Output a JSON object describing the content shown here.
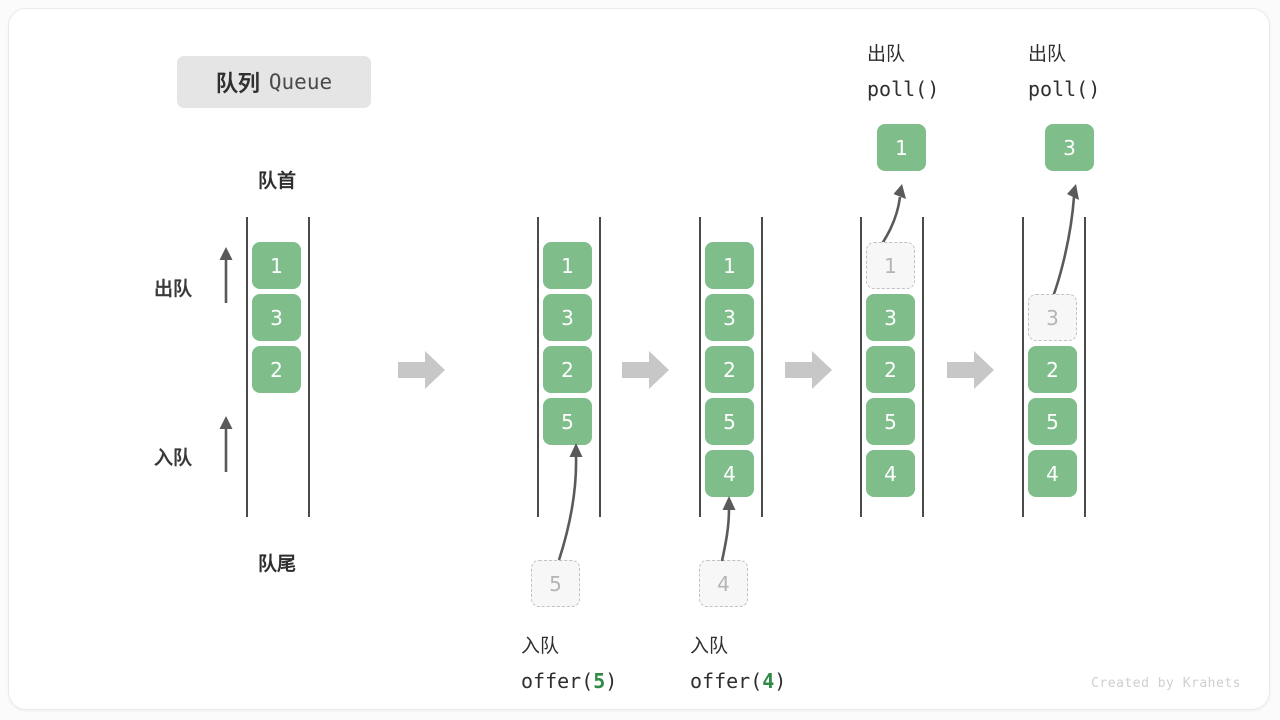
{
  "title": {
    "cn": "队列",
    "en": "Queue"
  },
  "labels": {
    "head": "队首",
    "tail": "队尾",
    "dequeue": "出队",
    "enqueue": "入队"
  },
  "colors": {
    "element": "#7fbe8b",
    "ghost_fill": "#f7f7f7",
    "ghost_border": "#c2c2c2",
    "rail": "#4a4a4a",
    "stage_arrow": "#c7c7c7",
    "code_number": "#2f8a46",
    "chip_bg": "#e5e5e5"
  },
  "stages": [
    {
      "id": "initial",
      "elements": [
        "1",
        "3",
        "2"
      ],
      "ghost_in_rail": null,
      "incoming": null,
      "popped": null,
      "caption": null
    },
    {
      "id": "offer-5",
      "elements": [
        "1",
        "3",
        "2",
        "5"
      ],
      "ghost_in_rail": null,
      "incoming": "5",
      "popped": null,
      "caption": {
        "cn": "入队",
        "code_prefix": "offer(",
        "code_num": "5",
        "code_suffix": ")"
      }
    },
    {
      "id": "offer-4",
      "elements": [
        "1",
        "3",
        "2",
        "5",
        "4"
      ],
      "ghost_in_rail": null,
      "incoming": "4",
      "popped": null,
      "caption": {
        "cn": "入队",
        "code_prefix": "offer(",
        "code_num": "4",
        "code_suffix": ")"
      }
    },
    {
      "id": "poll-1",
      "elements": [
        "3",
        "2",
        "5",
        "4"
      ],
      "ghost_in_rail": "1",
      "incoming": null,
      "popped": "1",
      "caption": {
        "cn": "出队",
        "code_prefix": "poll(",
        "code_num": "",
        "code_suffix": ")"
      }
    },
    {
      "id": "poll-3",
      "elements": [
        "2",
        "5",
        "4"
      ],
      "ghost_in_rail": "3",
      "incoming": null,
      "popped": "3",
      "caption": {
        "cn": "出队",
        "code_prefix": "poll(",
        "code_num": "",
        "code_suffix": ")"
      }
    }
  ],
  "poll_captions": [
    {
      "cn": "出队",
      "code": "poll()"
    },
    {
      "cn": "出队",
      "code": "poll()"
    }
  ],
  "offer_captions": [
    {
      "cn": "入队",
      "code_prefix": "offer(",
      "code_num": "5",
      "code_suffix": ")"
    },
    {
      "cn": "入队",
      "code_prefix": "offer(",
      "code_num": "4",
      "code_suffix": ")"
    }
  ],
  "footer": "Created by Krahets"
}
